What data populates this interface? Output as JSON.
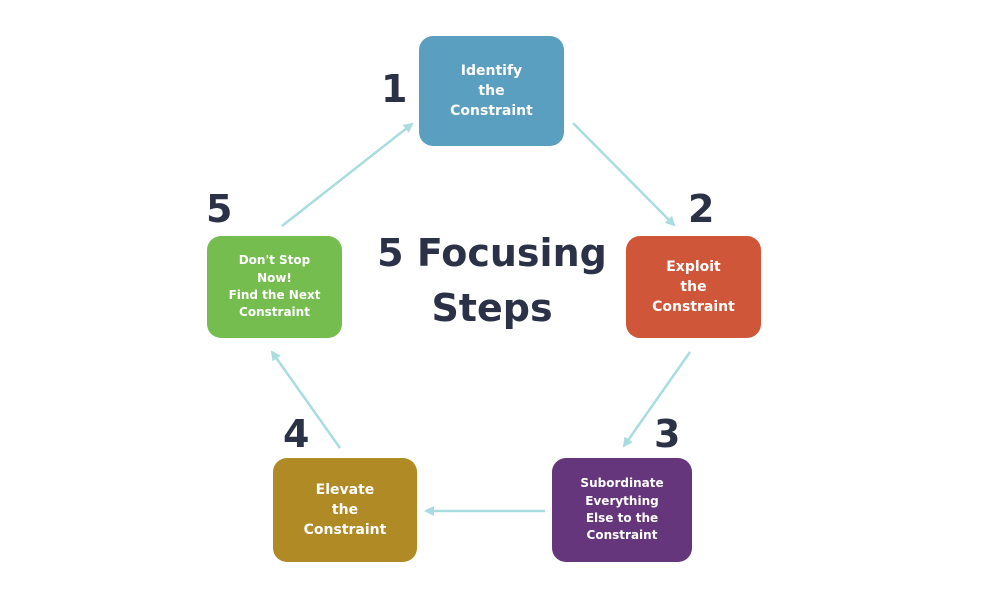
{
  "diagram": {
    "title": "5 Focusing\nSteps",
    "colors": {
      "step1": "#5b9fc0",
      "step2": "#cf5638",
      "step3": "#66367c",
      "step4": "#b08a24",
      "step5": "#76bd4f",
      "text_dark": "#2b3147",
      "arrow": "#a9dcdf"
    },
    "steps": [
      {
        "number": "1",
        "label": "Identify\nthe\nConstraint"
      },
      {
        "number": "2",
        "label": "Exploit\nthe\nConstraint"
      },
      {
        "number": "3",
        "label": "Subordinate\nEverything\nElse to the\nConstraint"
      },
      {
        "number": "4",
        "label": "Elevate\nthe\nConstraint"
      },
      {
        "number": "5",
        "label": "Don't Stop\nNow!\nFind the Next\nConstraint"
      }
    ]
  }
}
